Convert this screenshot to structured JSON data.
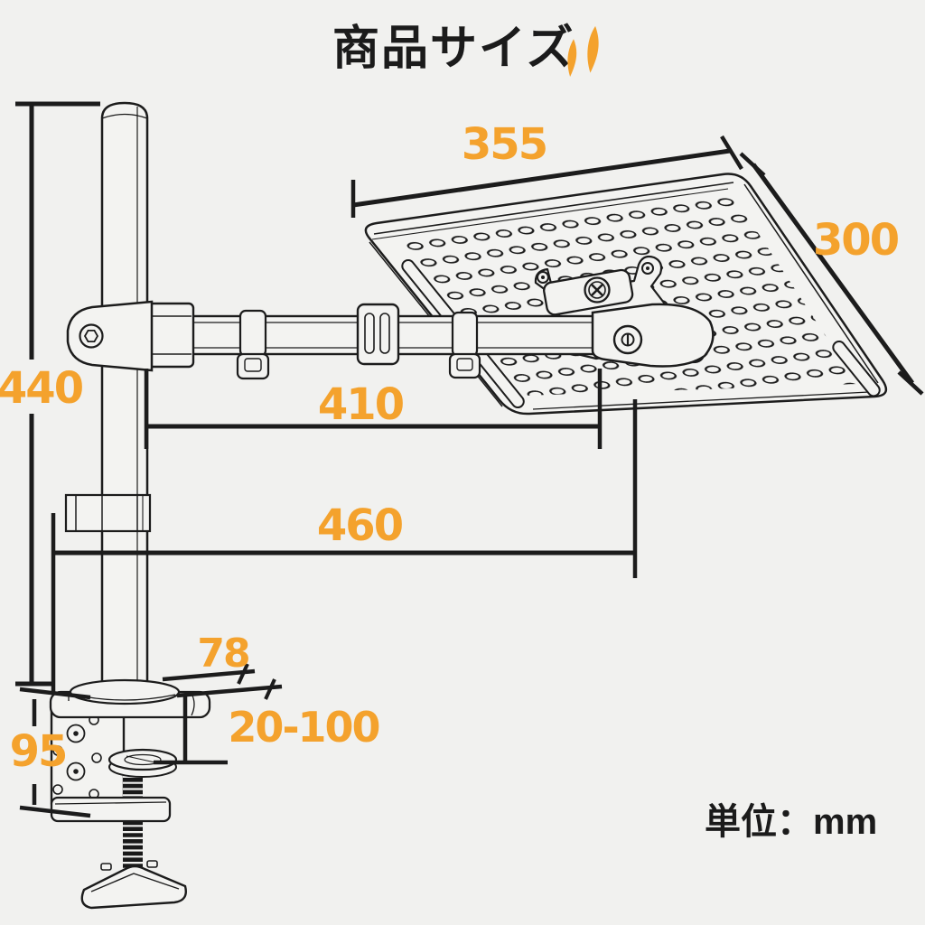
{
  "title": "商品サイズ",
  "unit_label": "単位：mm",
  "colors": {
    "accent": "#F4A22D",
    "ink": "#1C1C1C",
    "background": "#F1F1EF"
  },
  "icons": {
    "title_decoration": "double-flame-icon"
  },
  "dimensions": {
    "tray_width": "355",
    "tray_depth": "300",
    "pole_height": "440",
    "arm_length": "410",
    "total_width": "460",
    "clamp_top_depth": "78",
    "desk_thickness_range": "20-100",
    "clamp_height": "95"
  }
}
